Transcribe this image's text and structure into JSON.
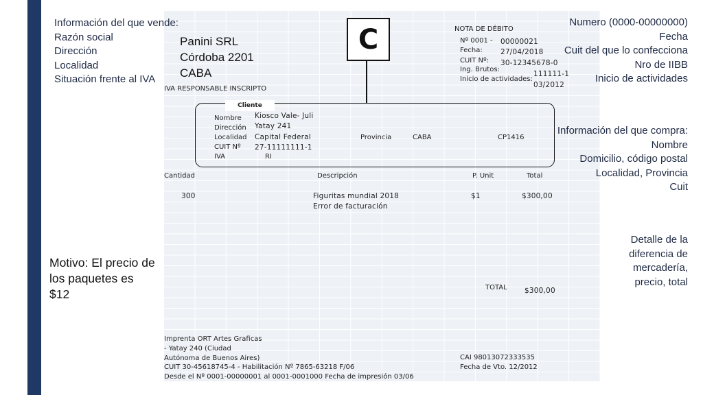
{
  "seller_annotation": {
    "lines": [
      "Información del que vende:",
      "Razón social",
      "Dirección",
      "Localidad",
      "Situación frente al IVA"
    ]
  },
  "invoice_annotation": {
    "lines": [
      "Numero (0000-00000000)",
      "Fecha",
      "Cuit del que lo confecciona",
      "Nro de IIBB",
      "Inicio de actividades"
    ]
  },
  "buyer_annotation": {
    "lines": [
      "Información del que compra:",
      "Nombre",
      "Domicilio, código postal",
      "Localidad, Provincia",
      "Cuit"
    ]
  },
  "detail_annotation": {
    "lines": [
      "Detalle de la",
      "diferencia de",
      "mercadería,",
      "precio, total"
    ]
  },
  "reason_annotation": {
    "lines": [
      "Motivo: El precio de",
      "los paquetes es",
      "$12"
    ]
  },
  "seller": {
    "name": "Panini SRL",
    "address": "Córdoba 2201",
    "locality": "CABA",
    "iva_condition": "IVA RESPONSABLE INSCRIPTO"
  },
  "document": {
    "type_letter": "C",
    "title": "NOTA DE DÉBITO",
    "number_label": "Nº 0001 -",
    "number_value": "00000021",
    "date_label": "Fecha:",
    "date_value": "27/04/2018",
    "cuit_label": "CUIT Nº:",
    "cuit_value": "30-12345678-0",
    "iibb_label": "Ing. Brutos:",
    "iibb_value": "111111-1",
    "start_label": "Inicio de actividades:",
    "start_value": "03/2012"
  },
  "client": {
    "section_label": "Cliente",
    "name_label": "Nombre",
    "name_value": "Kiosco Vale- Juli",
    "address_label": "Dirección",
    "address_value": "Yatay 241",
    "locality_label": "Localidad",
    "locality_value": "Capital Federal",
    "province_label": "Provincia",
    "province_value": "CABA",
    "postal_code": "CP1416",
    "cuit_label": "CUIT Nº",
    "cuit_value": "27-11111111-1",
    "iva_label": "IVA",
    "iva_value": "RI"
  },
  "items_table": {
    "headers": [
      "Cantidad",
      "Descripción",
      "P. Unit",
      "Total"
    ],
    "rows": [
      {
        "quantity": "300",
        "description": "Figuritas mundial 2018",
        "unit_price": "$1",
        "total": "$300,00"
      },
      {
        "quantity": "",
        "description": "Error de facturación",
        "unit_price": "",
        "total": ""
      }
    ],
    "total_label": "TOTAL",
    "total_value": "$300,00"
  },
  "footer": {
    "printer_lines": [
      "Imprenta ORT Artes Graficas",
      "- Yatay 240 (Ciudad",
      "Autónoma de Buenos Aires)"
    ],
    "cuit_line": "CUIT 30-45618745-4 - Habilitación Nº 7865-63218 F/06",
    "range_line": "Desde el Nº 0001-00000001 al 0001-0001000 Fecha de impresión 03/06",
    "cai": "CAI 98013072333535",
    "due_date": "Fecha de Vto. 12/2012"
  }
}
